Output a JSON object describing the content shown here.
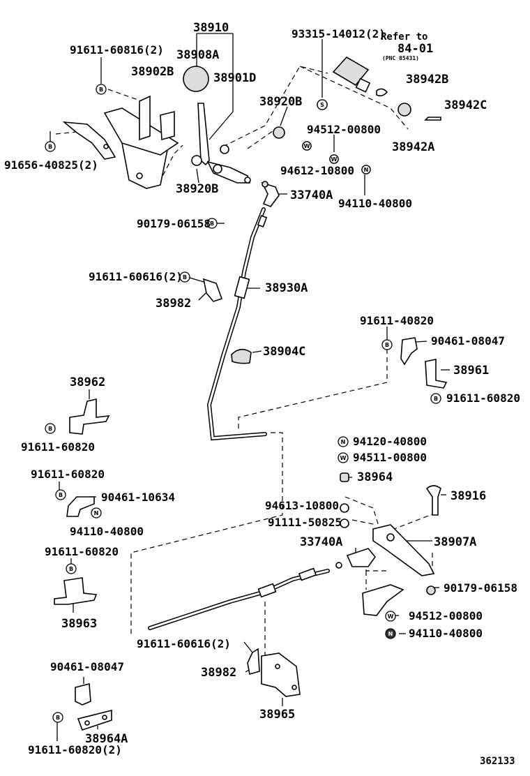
{
  "labels": {
    "p38910": "38910",
    "p91611_60816": "91611-60816(2)",
    "p38908A": "38908A",
    "p38902B": "38902B",
    "p38901D": "38901D",
    "p93315": "93315-14012(2)",
    "refer_to": "Refer to",
    "refer_page": "84-01",
    "pnc": "(PNC 85431)",
    "p38942B": "38942B",
    "p38942C": "38942C",
    "p38920B_a": "38920B",
    "p94512_a": "94512-00800",
    "p38942A": "38942A",
    "p91656": "91656-40825(2)",
    "p94612": "94612-10800",
    "p38920B_b": "38920B",
    "p33740A_a": "33740A",
    "p94110_a": "94110-40800",
    "p90179_a": "90179-06158",
    "p91611_60616_a": "91611-60616(2)",
    "p38930A": "38930A",
    "p38982_a": "38982",
    "p91611_40820": "91611-40820",
    "p90461_08047_a": "90461-08047",
    "p38904C": "38904C",
    "p38961": "38961",
    "p91611_60820_a": "91611-60820",
    "p38962": "38962",
    "p91611_60820_b": "91611-60820",
    "p94120": "94120-40800",
    "p94511": "94511-00800",
    "p91611_60820_c": "91611-60820",
    "p38964": "38964",
    "p90461_10634": "90461-10634",
    "p38916": "38916",
    "p94613": "94613-10800",
    "p94110_b": "94110-40800",
    "p91111": "91111-50825",
    "p33740A_b": "33740A",
    "p38907A": "38907A",
    "p91611_60820_d": "91611-60820",
    "p90179_b": "90179-06158",
    "p38963": "38963",
    "p94512_b": "94512-00800",
    "p94110_c": "94110-40800",
    "p91611_60616_b": "91611-60616(2)",
    "p90461_08047_b": "90461-08047",
    "p38982_b": "38982",
    "p38965": "38965",
    "p38964A": "38964A",
    "p91611_60820_e": "91611-60820(2)",
    "figure_no": "362133"
  },
  "marks": {
    "B": "B",
    "S": "S",
    "W": "W",
    "N": "N"
  }
}
